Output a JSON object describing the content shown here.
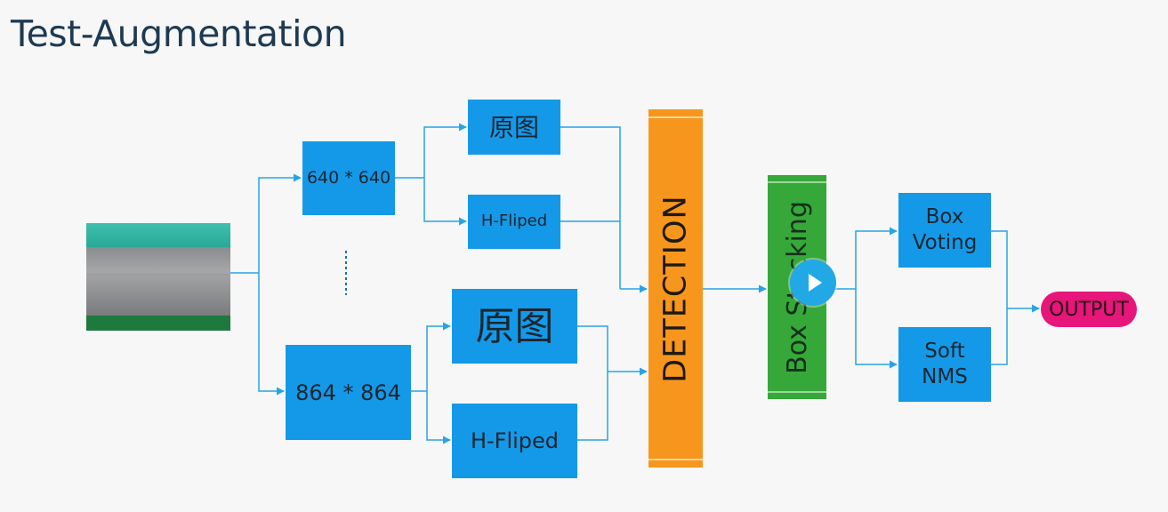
{
  "title": "Test-Augmentation",
  "scales": {
    "small": "640 * 640",
    "large": "864 * 864"
  },
  "branches": {
    "small_original": "原图",
    "small_flipped": "H-Fliped",
    "large_original": "原图",
    "large_flipped": "H-Fliped"
  },
  "detection_label": "DETECTION",
  "box_stacking_label": "Box Stacking",
  "merge": {
    "box_voting_line1": "Box",
    "box_voting_line2": "Voting",
    "soft_nms_line1": "Soft",
    "soft_nms_line2": "NMS"
  },
  "output_label": "OUTPUT",
  "icons": {
    "play": "play-icon"
  },
  "colors": {
    "box_blue": "#1499e8",
    "detection_orange": "#f7961d",
    "stacking_green": "#36a83a",
    "output_pink": "#e6167a",
    "wire_blue": "#29a3e6"
  }
}
